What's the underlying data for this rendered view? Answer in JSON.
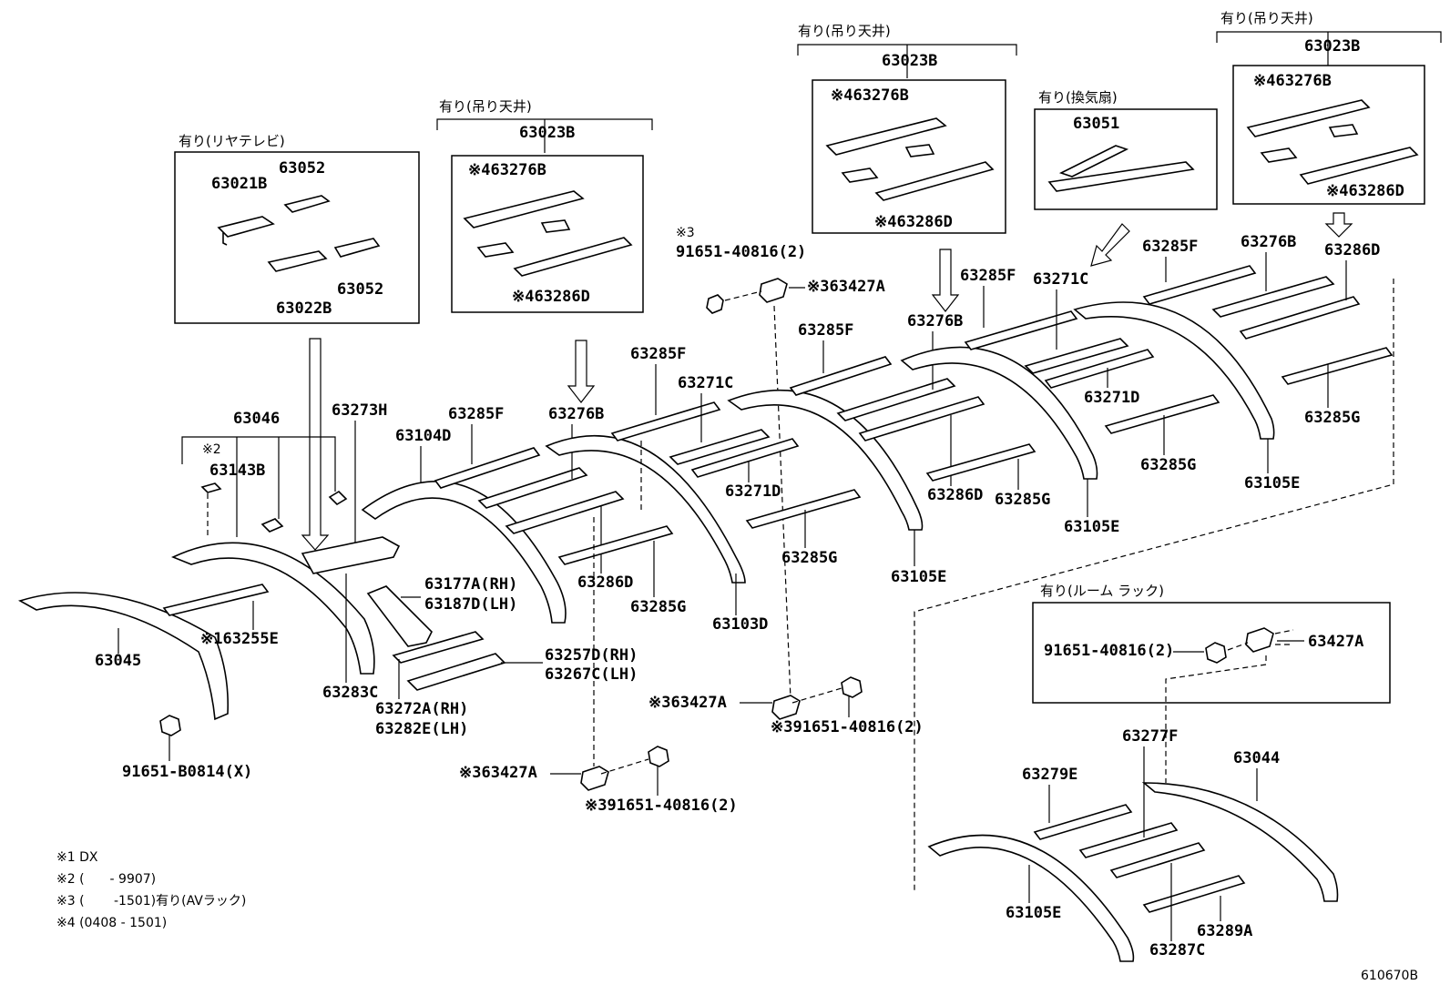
{
  "diagram_id": "610670B",
  "notes": [
    "※1 DX",
    "※2 (　　- 9907)",
    "※3 (　　 -1501)有り(AVラック)",
    "※4 (0408 - 1501)"
  ],
  "groups": {
    "rear_tv": "有り(リヤテレビ)",
    "hanging_ceiling": "有り(吊り天井)",
    "vent_fan": "有り(換気扇)",
    "roof_rack": "有り(ルーム ラック)"
  },
  "labels": {
    "p63021B": "63021B",
    "p63052a": "63052",
    "p63052b": "63052",
    "p63022B": "63022B",
    "p63023B_1": "63023B",
    "p63276B_box1": "※463276B",
    "p63286D_box1": "※463286D",
    "p63023B_2": "63023B",
    "p63276B_box2": "※463276B",
    "p63286D_box2": "※463286D",
    "p63051": "63051",
    "p63023B_3": "63023B",
    "p63276B_box3": "※463276B",
    "p63286D_box3": "※463286D",
    "bolt_top_note": "※3",
    "bolt_top": "91651-40816(2)",
    "p63427A_top": "※363427A",
    "p63046": "63046",
    "p2": "※2",
    "p63143B": "63143B",
    "p63273H": "63273H",
    "p63104D": "63104D",
    "p63285F_1": "63285F",
    "p63276B_1": "63276B",
    "p63285F_2": "63285F",
    "p63271C_1": "63271C",
    "p63285F_3": "63285F",
    "p63276B_2": "63276B",
    "p63285F_4": "63285F",
    "p63271C_2": "63271C",
    "p63285F_5": "63285F",
    "p63276B_3": "63276B",
    "p63286D_top": "63286D",
    "p63271D_1": "63271D",
    "p63271D_2": "63271D",
    "p63286D_1": "63286D",
    "p63286D_2": "63286D",
    "p63285G_1": "63285G",
    "p63285G_2": "63285G",
    "p63285G_3": "63285G",
    "p63285G_4": "63285G",
    "p63285G_5": "63285G",
    "p63105E_1": "63105E",
    "p63105E_2": "63105E",
    "p63105E_3": "63105E",
    "p63105E_4": "63105E",
    "p63103D": "63103D",
    "p63045": "63045",
    "p63255E": "※163255E",
    "p63283C": "63283C",
    "p63177A": "63177A(RH)",
    "p63187D": "63187D(LH)",
    "p63257D": "63257D(RH)",
    "p63267C": "63267C(LH)",
    "p63272A": "63272A(RH)",
    "p63282E": "63282E(LH)",
    "bolt_b0814": "91651-B0814(X)",
    "p63427A_mid": "※363427A",
    "bolt_mid": "※391651-40816(2)",
    "p63427A_low": "※363427A",
    "bolt_low": "※391651-40816(2)",
    "bolt_rack": "91651-40816(2)",
    "p63427A_rack": "63427A",
    "p63277F": "63277F",
    "p63044": "63044",
    "p63279E": "63279E",
    "p63289A": "63289A",
    "p63287C": "63287C"
  }
}
